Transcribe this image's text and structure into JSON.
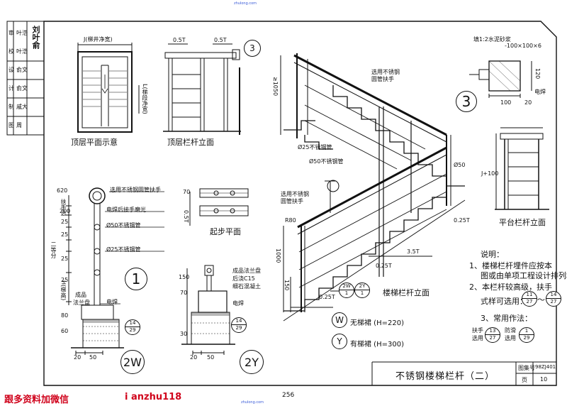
{
  "watermark_top": "zhulong.com",
  "title_block": {
    "left_col": [
      "审",
      "校",
      "设",
      "计",
      "制",
      "图"
    ],
    "names": [
      "叶浩",
      "叶浩",
      "俞文",
      "俞文",
      "戚大",
      "周"
    ],
    "sign": "刘叶俞"
  },
  "labels": {
    "top_plan": "顶层平面示意",
    "top_rail_elev": "顶层栏杆立面",
    "start_plan": "起步平面",
    "stair_rail_elev": "楼梯栏杆立面",
    "platform_rail_elev": "平台栏杆立面",
    "j_well_width": "J(梯井净宽)",
    "l_stair_width": "L(梯段净宽)",
    "d50_ss": "Ø50不锈钢管",
    "d25_ss": "Ø25不锈钢管",
    "d25_ss_b": "Ø25不锈钢管",
    "d50_ss_b": "Ø50不锈钢管",
    "d50": "Ø50",
    "handrail_select": "选用不锈钢圆管扶手",
    "handrail_select_2a": "选用不锈钢",
    "handrail_select_2b": "圆管扶手",
    "handrail_select_3a": "选用不锈钢",
    "handrail_select_3b": "圆管扶手",
    "weld_polish": "电焊后接手磨光",
    "finished": "成品",
    "flange": "法兰盘",
    "weld": "电焊",
    "weld_b": "电焊",
    "finished_flange": "成品法兰盘",
    "post_pour": "后浇C15",
    "fine_concrete": "细石混凝土",
    "mortar": "填1:2水泥砂浆",
    "plate": "-100×100×6",
    "dim_05T": "0.5T",
    "dim_05T_b": "0.5T",
    "dim_025T": "0.25T",
    "dim_025T_b": "0.25T",
    "dim_025T_c": "0.25T",
    "dim_35T": "3.5T",
    "dim_1050": "≥1050",
    "dim_1000": "1000",
    "dim_j100": "J+100",
    "r80": "R80",
    "dim_70": "70",
    "dim_70_b": "70",
    "dim_150": "150",
    "dim_150_b": "150",
    "dim_120": "120",
    "dim_100": "100",
    "dim_20": "20",
    "dim_30": "30",
    "dim_20_b": "20",
    "dim_50": "50",
    "dim_20_c": "20",
    "dim_50_b": "50",
    "dim_80": "80",
    "dim_60": "60",
    "dim_620": "620",
    "dim_200": "200",
    "dim_25a": "25",
    "dim_25b": "25",
    "dim_25c": "25",
    "dim_25d": "25",
    "dim_v_label1": "扶手选",
    "dim_v_label2": "二等分",
    "dim_v_label3": "H(梯高)",
    "c1": "1",
    "c2w": "2W",
    "c2y": "2Y",
    "c3": "3",
    "f_top_1": "14",
    "f_bot_1": "29",
    "f_top_2": "14",
    "f_bot_2": "29",
    "f_top_3": "2W",
    "f_top_4": "2Y",
    "f_bot_34": "1"
  },
  "legend": [
    {
      "sym": "W",
      "text": "无梯裙 (H=220)"
    },
    {
      "sym": "Y",
      "text": "有梯裙 (H=300)"
    }
  ],
  "notes": {
    "title": "说明：",
    "n1a": "1、楼梯栏杆埋件应按本",
    "n1b": "图或由单项工程设计排列埋设。",
    "n2a": "2、本栏杆较高级，扶手",
    "n2b": "式样可选用：",
    "n2_f1t": "11",
    "n2_f1b": "27",
    "n2_tilde": "～",
    "n2_f2t": "14",
    "n2_f2b": "27",
    "n3": "3、常用作法：",
    "n3_a1": "扶手",
    "n3_a2": "选用",
    "n3_fa_t": "13",
    "n3_fa_b": "27",
    "n3_b1": "防滑",
    "n3_b2": "选用",
    "n3_fb_t": "1",
    "n3_fb_b": "29"
  },
  "titlebar": {
    "title": "不锈钢楼梯栏杆（二）",
    "atlas_label": "图集号",
    "atlas_no": "98ZJ401",
    "page_label": "页",
    "page_no": "10"
  },
  "footer": {
    "promo1": "跟多资料加微信",
    "promo2": "i anzhu118",
    "page": "256",
    "wm": "zhulong.com"
  }
}
